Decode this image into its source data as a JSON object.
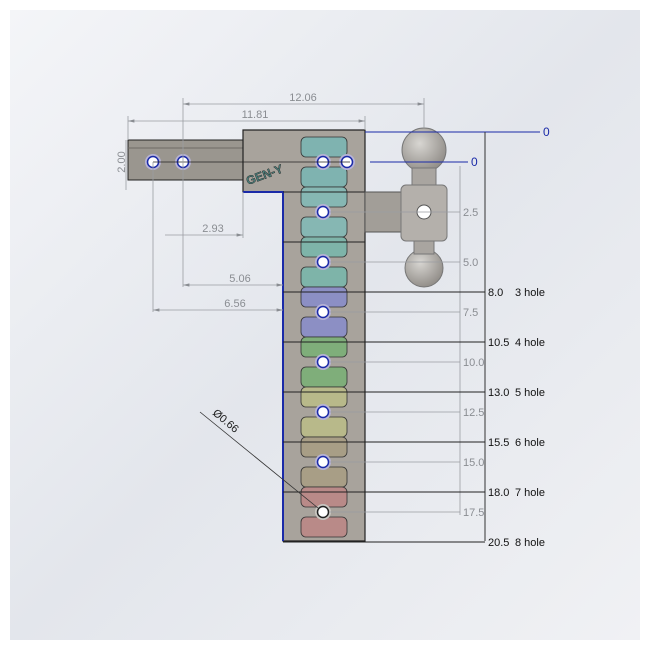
{
  "drawing": {
    "logo_text": "GEN-Y",
    "top_dims": {
      "overall": "12.06",
      "shank": "11.81",
      "shank_height": "2.00"
    },
    "left_dims": [
      "2.93",
      "5.06",
      "6.56"
    ],
    "zero_top": "0",
    "zero_hole": "0",
    "hole_offsets": [
      "2.5",
      "5.0",
      "7.5",
      "10.0",
      "12.5",
      "15.0",
      "17.5"
    ],
    "drops": [
      {
        "value": "8.0",
        "label": "3 hole"
      },
      {
        "value": "10.5",
        "label": "4 hole"
      },
      {
        "value": "13.0",
        "label": "5 hole"
      },
      {
        "value": "15.5",
        "label": "6 hole"
      },
      {
        "value": "18.0",
        "label": "7 hole"
      },
      {
        "value": "20.5",
        "label": "8 hole"
      }
    ],
    "hole_diameter": "Ø0.66",
    "colors": {
      "body": "#a8a39c",
      "outline_blue": "#1a2aa8",
      "slot_colors": [
        "#7fb3b0",
        "#86b7b3",
        "#7eb4a9",
        "#8c8fc4",
        "#7fae7a",
        "#b8b98a",
        "#a89e86",
        "#b98a88"
      ]
    }
  }
}
